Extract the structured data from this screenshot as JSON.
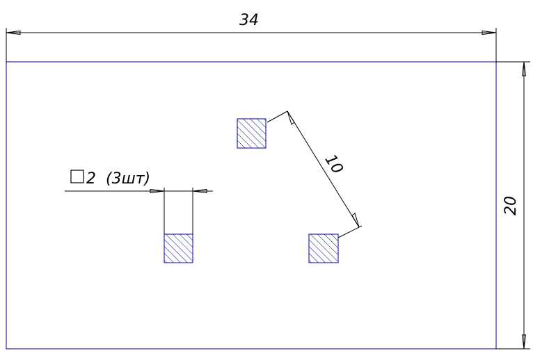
{
  "drawing": {
    "dimensions": {
      "width_label": "34",
      "height_label": "20",
      "spacing_label": "10",
      "square_size_label": "2",
      "quantity_label": "(3шт)"
    },
    "colors": {
      "outline": "#0000a0",
      "dimension_line": "#000000",
      "hatch_fill": "#0000a0",
      "background": "#ffffff"
    },
    "square_count": 3,
    "hatch_pattern": "diagonal"
  }
}
